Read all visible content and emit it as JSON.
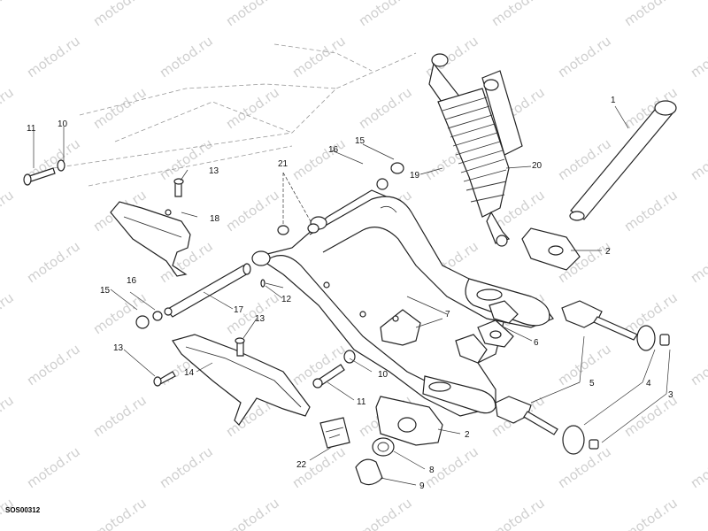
{
  "diagram": {
    "drawing_code": "SOS00312",
    "watermark": "motod.ru",
    "callouts": [
      "1",
      "2",
      "3",
      "4",
      "5",
      "6",
      "7",
      "8",
      "9",
      "10",
      "11",
      "12",
      "13",
      "14",
      "15",
      "16",
      "17",
      "18",
      "19",
      "20",
      "21",
      "22"
    ]
  },
  "callouts": {
    "c1": "1",
    "c2a": "2",
    "c2b": "2",
    "c3": "3",
    "c4": "4",
    "c5": "5",
    "c6": "6",
    "c7": "7",
    "c8": "8",
    "c9": "9",
    "c10a": "10",
    "c10b": "10",
    "c11a": "11",
    "c11b": "11",
    "c12": "12",
    "c13a": "13",
    "c13b": "13",
    "c13c": "13",
    "c14": "14",
    "c15a": "15",
    "c15b": "15",
    "c16a": "16",
    "c16b": "16",
    "c17": "17",
    "c18": "18",
    "c19": "19",
    "c20": "20",
    "c21": "21",
    "c22": "22"
  }
}
